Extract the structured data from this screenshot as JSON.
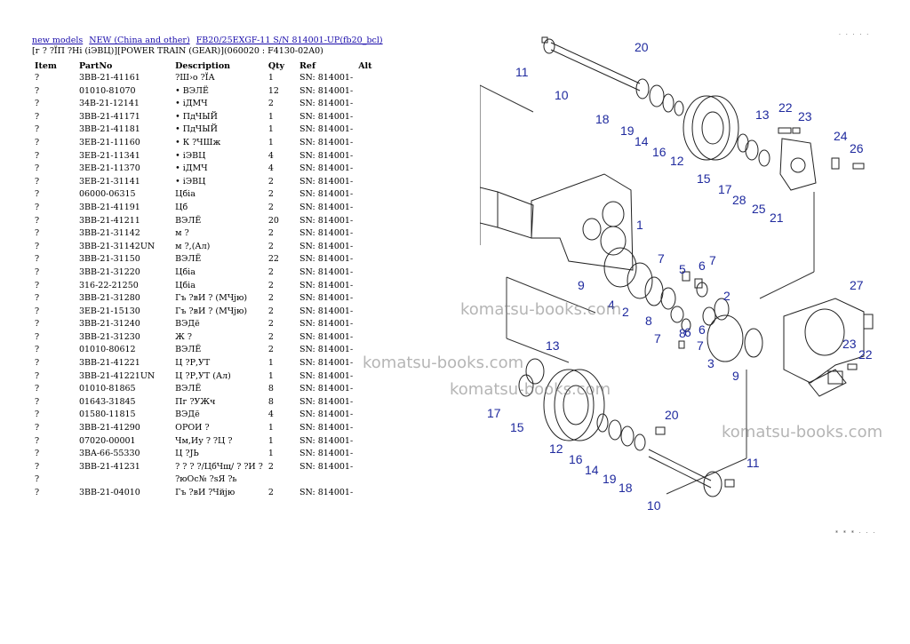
{
  "breadcrumbs": [
    {
      "label": "new models"
    },
    {
      "label": "NEW (China and other)"
    },
    {
      "label": "FB20/25EXGF-11 S/N 814001-UP(fb20_bcl)"
    }
  ],
  "subtitle": "[г ? ?ЇП ?Ні (іЭВЦ)][POWER TRAIN (GEAR)](060020 : F4130-02A0)",
  "table": {
    "headers": {
      "item": "Item",
      "partno": "PartNo",
      "description": "Description",
      "qty": "Qty",
      "ref": "Ref",
      "alt": "Alt"
    },
    "rows": [
      {
        "item": "?",
        "partno": "3BB-21-41161",
        "desc": "?Ш›о ?ЇА",
        "qty": "1",
        "ref": "SN: 814001-"
      },
      {
        "item": "?",
        "partno": "01010-81070",
        "desc": "• ВЭЛЁ",
        "qty": "12",
        "ref": "SN: 814001-"
      },
      {
        "item": "?",
        "partno": "34B-21-12141",
        "desc": "• іДМЧ",
        "qty": "2",
        "ref": "SN: 814001-"
      },
      {
        "item": "?",
        "partno": "3BB-21-41171",
        "desc": "• ПдЧЫЙ",
        "qty": "1",
        "ref": "SN: 814001-"
      },
      {
        "item": "?",
        "partno": "3BB-21-41181",
        "desc": "• ПдЧЫЙ",
        "qty": "1",
        "ref": "SN: 814001-"
      },
      {
        "item": "?",
        "partno": "3EB-21-11160",
        "desc": "• К ?ЧШж",
        "qty": "1",
        "ref": "SN: 814001-"
      },
      {
        "item": "?",
        "partno": "3EB-21-11341",
        "desc": "• іЭВЦ",
        "qty": "4",
        "ref": "SN: 814001-"
      },
      {
        "item": "?",
        "partno": "3EB-21-11370",
        "desc": "• іДМЧ",
        "qty": "4",
        "ref": "SN: 814001-"
      },
      {
        "item": "?",
        "partno": "3EB-21-31141",
        "desc": "• іЭВЦ",
        "qty": "2",
        "ref": "SN: 814001-"
      },
      {
        "item": "?",
        "partno": "06000-06315",
        "desc": "Цбіа",
        "qty": "2",
        "ref": "SN: 814001-"
      },
      {
        "item": "?",
        "partno": "3BB-21-41191",
        "desc": "Цб",
        "qty": "2",
        "ref": "SN: 814001-"
      },
      {
        "item": "?",
        "partno": "3BB-21-41211",
        "desc": "ВЭЛЁ",
        "qty": "20",
        "ref": "SN: 814001-"
      },
      {
        "item": "?",
        "partno": "3BB-21-31142",
        "desc": "м ?",
        "qty": "2",
        "ref": "SN: 814001-"
      },
      {
        "item": "?",
        "partno": "3BB-21-31142UN",
        "desc": "м ?,(Ал)",
        "qty": "2",
        "ref": "SN: 814001-"
      },
      {
        "item": "?",
        "partno": "3BB-21-31150",
        "desc": "ВЭЛЁ",
        "qty": "22",
        "ref": "SN: 814001-"
      },
      {
        "item": "?",
        "partno": "3BB-21-31220",
        "desc": "Цбіа",
        "qty": "2",
        "ref": "SN: 814001-"
      },
      {
        "item": "?",
        "partno": "316-22-21250",
        "desc": "Цбіа",
        "qty": "2",
        "ref": "SN: 814001-"
      },
      {
        "item": "?",
        "partno": "3BB-21-31280",
        "desc": "Гъ ?вИ ? (МЧјю)",
        "qty": "2",
        "ref": "SN: 814001-"
      },
      {
        "item": "?",
        "partno": "3EB-21-15130",
        "desc": "Гъ ?вИ ? (МЧјю)",
        "qty": "2",
        "ref": "SN: 814001-"
      },
      {
        "item": "?",
        "partno": "3BB-21-31240",
        "desc": "ВЭДё",
        "qty": "2",
        "ref": "SN: 814001-"
      },
      {
        "item": "?",
        "partno": "3BB-21-31230",
        "desc": "Ж ?",
        "qty": "2",
        "ref": "SN: 814001-"
      },
      {
        "item": "?",
        "partno": "01010-80612",
        "desc": "ВЭЛЁ",
        "qty": "2",
        "ref": "SN: 814001-"
      },
      {
        "item": "?",
        "partno": "3BB-21-41221",
        "desc": "Ц ?Р,УТ",
        "qty": "1",
        "ref": "SN: 814001-"
      },
      {
        "item": "?",
        "partno": "3BB-21-41221UN",
        "desc": "Ц ?Р,УТ (Ал)",
        "qty": "1",
        "ref": "SN: 814001-"
      },
      {
        "item": "?",
        "partno": "01010-81865",
        "desc": "ВЭЛЁ",
        "qty": "8",
        "ref": "SN: 814001-"
      },
      {
        "item": "?",
        "partno": "01643-31845",
        "desc": "Пг ?УЖч",
        "qty": "8",
        "ref": "SN: 814001-"
      },
      {
        "item": "?",
        "partno": "01580-11815",
        "desc": "ВЭДё",
        "qty": "4",
        "ref": "SN: 814001-"
      },
      {
        "item": "?",
        "partno": "3BB-21-41290",
        "desc": "ОРОИ ?",
        "qty": "1",
        "ref": "SN: 814001-"
      },
      {
        "item": "?",
        "partno": "07020-00001",
        "desc": "Чм,Иу ? ?Ц ?",
        "qty": "1",
        "ref": "SN: 814001-"
      },
      {
        "item": "?",
        "partno": "3BA-66-55330",
        "desc": "Ц ?ЈЬ",
        "qty": "1",
        "ref": "SN: 814001-"
      },
      {
        "item": "?",
        "partno": "3BB-21-41231",
        "desc": "? ? ? ?/ЦбЧщ/ ? ?И ?",
        "qty": "2",
        "ref": "SN: 814001-"
      },
      {
        "item": "?",
        "partno": "",
        "desc": "?юОс№ ?sЯ ?ь",
        "qty": "",
        "ref": ""
      },
      {
        "item": "?",
        "partno": "3BB-21-04010",
        "desc": "Гъ ?вИ ?Чйјю",
        "qty": "2",
        "ref": "SN: 814001-"
      }
    ]
  },
  "page_marks": {
    "top": "· · · · ·",
    "bottom": "* * * · · ·"
  },
  "watermark": "komatsu-books.com",
  "diagram": {
    "callouts": [
      "11",
      "20",
      "10",
      "18",
      "19",
      "14",
      "16",
      "12",
      "13",
      "22",
      "23",
      "24",
      "26",
      "15",
      "17",
      "28",
      "25",
      "21",
      "1",
      "9",
      "7",
      "5",
      "6",
      "7",
      "4",
      "2",
      "8",
      "8",
      "2",
      "7",
      "6",
      "6",
      "7",
      "3",
      "9",
      "27",
      "23",
      "22",
      "13",
      "17",
      "15",
      "12",
      "16",
      "14",
      "19",
      "18",
      "20",
      "11",
      "10"
    ],
    "callout_color": "#1f2a9e"
  }
}
